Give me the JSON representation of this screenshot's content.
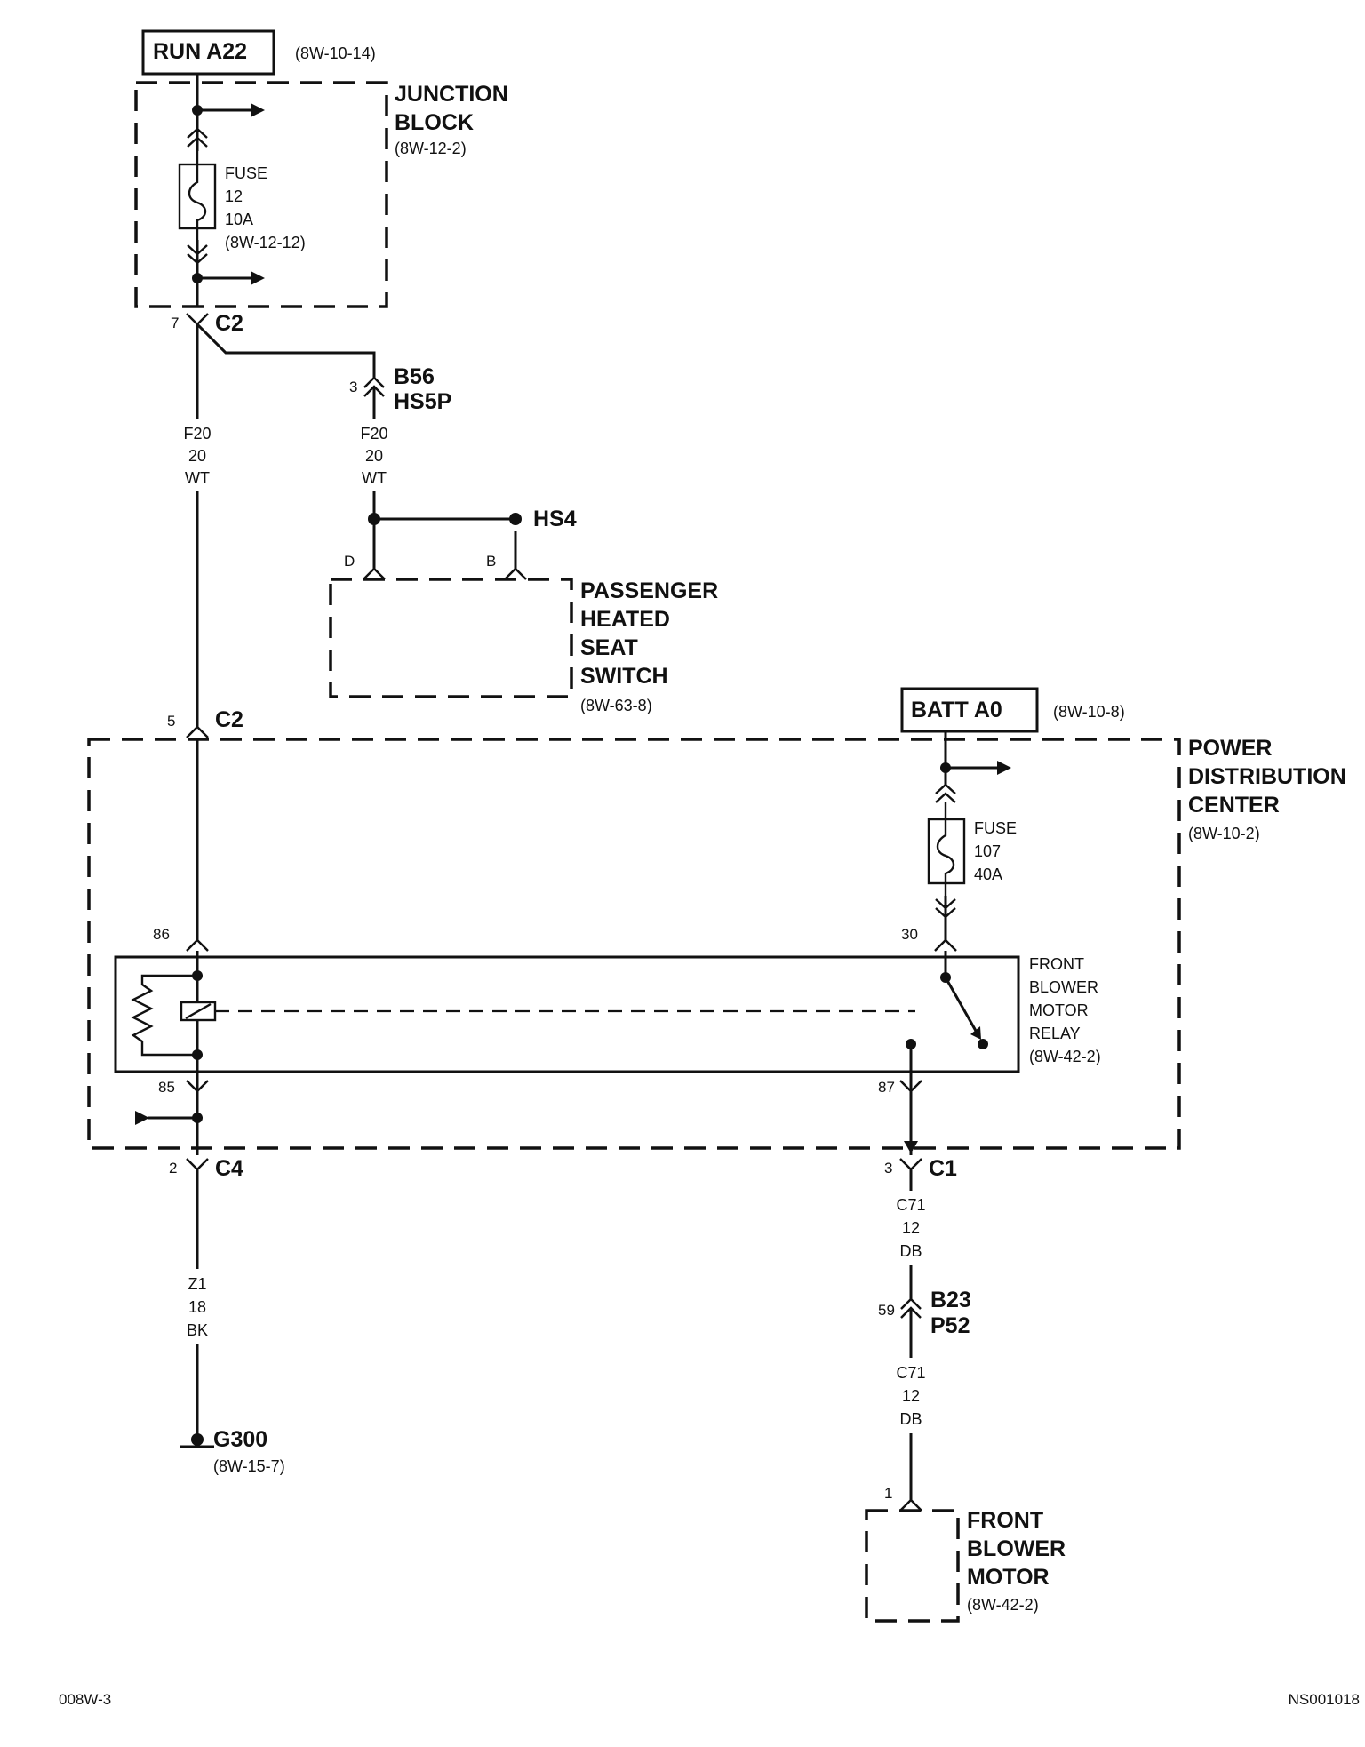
{
  "run_source": {
    "label": "RUN A22",
    "ref": "(8W-10-14)"
  },
  "junction_block": {
    "line1": "JUNCTION",
    "line2": "BLOCK",
    "ref": "(8W-12-2)"
  },
  "fuse12": {
    "line1": "FUSE",
    "line2": "12",
    "line3": "10A",
    "ref": "(8W-12-12)"
  },
  "conn_c2_top": {
    "pin": "7",
    "name": "C2"
  },
  "conn_b56": {
    "pin": "3",
    "name1": "B56",
    "name2": "HS5P"
  },
  "wire_left_f20": {
    "circuit": "F20",
    "gauge": "20",
    "color": "WT"
  },
  "wire_right_f20": {
    "circuit": "F20",
    "gauge": "20",
    "color": "WT"
  },
  "splice_hs4": {
    "name": "HS4"
  },
  "seat_switch": {
    "pin_d": "D",
    "pin_b": "B",
    "line1": "PASSENGER",
    "line2": "HEATED",
    "line3": "SEAT",
    "line4": "SWITCH",
    "ref": "(8W-63-8)"
  },
  "conn_c2_bottom": {
    "pin": "5",
    "name": "C2"
  },
  "batt_source": {
    "label": "BATT A0",
    "ref": "(8W-10-8)"
  },
  "pdc": {
    "line1": "POWER",
    "line2": "DISTRIBUTION",
    "line3": "CENTER",
    "ref": "(8W-10-2)"
  },
  "fuse107": {
    "line1": "FUSE",
    "line2": "107",
    "line3": "40A"
  },
  "relay": {
    "pin86": "86",
    "pin30": "30",
    "pin85": "85",
    "pin87": "87",
    "line1": "FRONT",
    "line2": "BLOWER",
    "line3": "MOTOR",
    "line4": "RELAY",
    "ref": "(8W-42-2)"
  },
  "conn_c4": {
    "pin": "2",
    "name": "C4"
  },
  "conn_c1": {
    "pin": "3",
    "name": "C1"
  },
  "wire_z1": {
    "circuit": "Z1",
    "gauge": "18",
    "color": "BK"
  },
  "ground_g300": {
    "name": "G300",
    "ref": "(8W-15-7)"
  },
  "wire_c71_upper": {
    "circuit": "C71",
    "gauge": "12",
    "color": "DB"
  },
  "conn_b23": {
    "pin": "59",
    "name1": "B23",
    "name2": "P52"
  },
  "wire_c71_lower": {
    "circuit": "C71",
    "gauge": "12",
    "color": "DB"
  },
  "blower_motor": {
    "pin": "1",
    "line1": "FRONT",
    "line2": "BLOWER",
    "line3": "MOTOR",
    "ref": "(8W-42-2)"
  },
  "footer": {
    "left": "008W-3",
    "right": "NS001018"
  }
}
